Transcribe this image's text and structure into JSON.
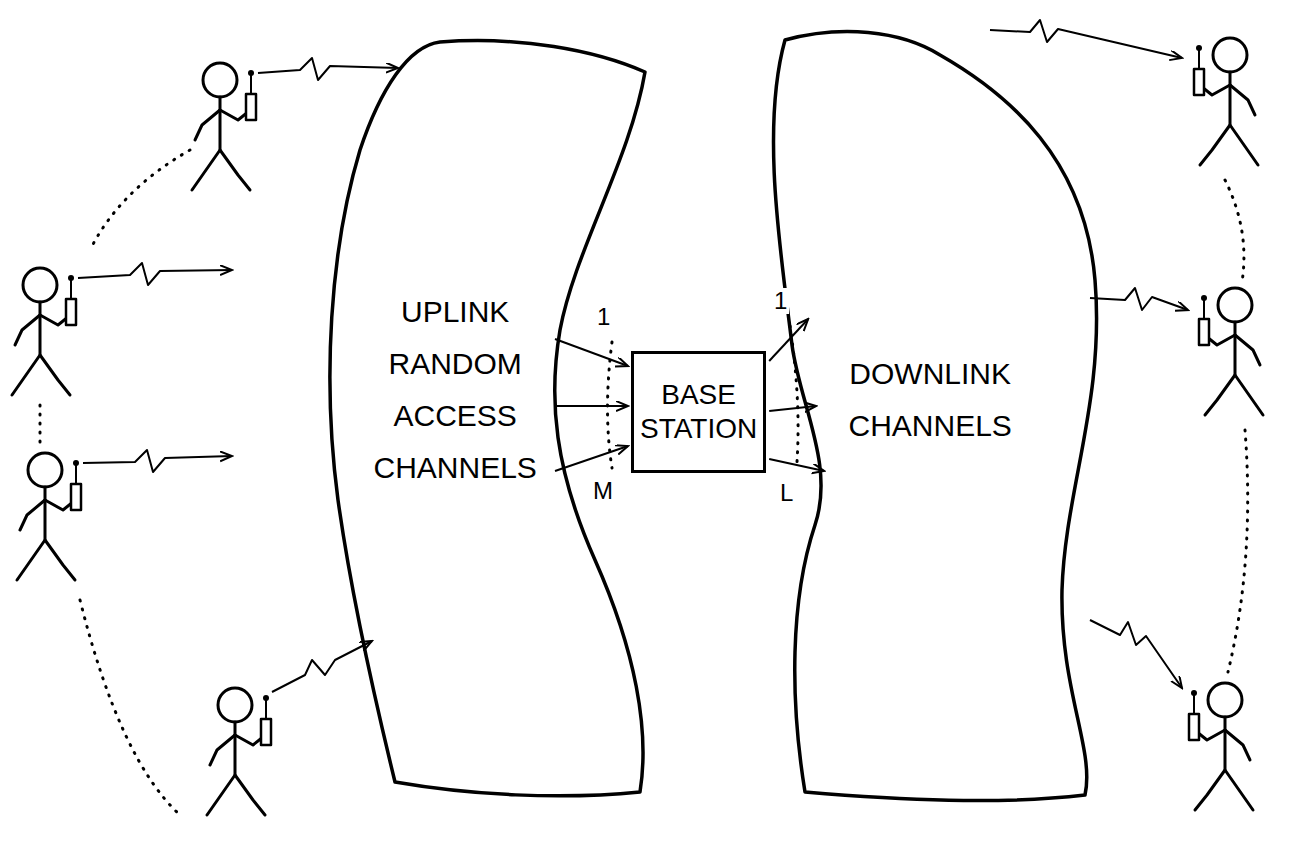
{
  "diagram": {
    "nodes": [
      {
        "text": [
          "UPLINK RANDOM ACCESS CHANNELS"
        ]
      },
      {
        "text": [
          "BASE STATION"
        ]
      },
      {
        "text": [
          "DOWNLINK CHANNELS"
        ]
      }
    ],
    "edges": [
      {
        "from": 0,
        "to": 1,
        "arrow": "to"
      },
      {
        "from": 0,
        "to": 1,
        "arrow": "to"
      },
      {
        "from": 0,
        "to": 1,
        "arrow": "to"
      },
      {
        "from": 1,
        "to": 2,
        "arrow": "to"
      },
      {
        "from": 1,
        "to": 2,
        "arrow": "to"
      },
      {
        "from": 1,
        "to": 2,
        "arrow": "to"
      }
    ],
    "labels": [
      "1",
      "M",
      "1",
      "L"
    ]
  }
}
